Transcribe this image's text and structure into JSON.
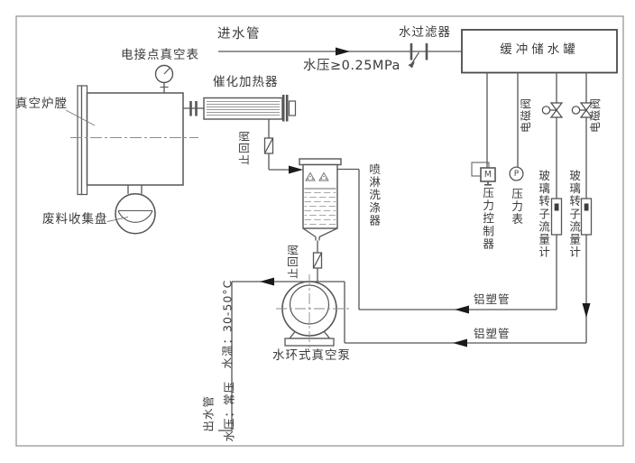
{
  "diagram": {
    "description": "Water circulation schematic of a vacuum furnace system",
    "labels": {
      "inlet_pipe": "进水管",
      "inlet_pressure": "水压≥0.25MPa",
      "water_filter": "水过滤器",
      "buffer_tank": "缓冲储水罐",
      "vacuum_gauge": "电接点真空表",
      "catalytic_heater": "催化加热器",
      "furnace_chamber": "真空炉膛",
      "waste_tray": "废料收集盘",
      "check_valve": "止回阀",
      "spray_scrubber": "喷淋洗涤器",
      "solenoid_valve": "电磁阀",
      "pressure_controller": "压力控制器",
      "pressure_gauge": "压力表",
      "glass_rotor_flowmeter": "玻璃转子流量计",
      "al_plastic_pipe": "铝塑管",
      "water_ring_pump": "水环式真空泵",
      "water_temp": "水温：30-50°C",
      "outlet_pipe": "出水管",
      "outlet_pressure": "水压：常压"
    },
    "symbols": {
      "controller_letter": "M",
      "gauge_letter": "P"
    },
    "colors": {
      "line": "#565656",
      "text": "#3a3a3a",
      "arrow": "#1a1a1a",
      "border": "#8f8f8f",
      "background": "#ffffff"
    }
  }
}
